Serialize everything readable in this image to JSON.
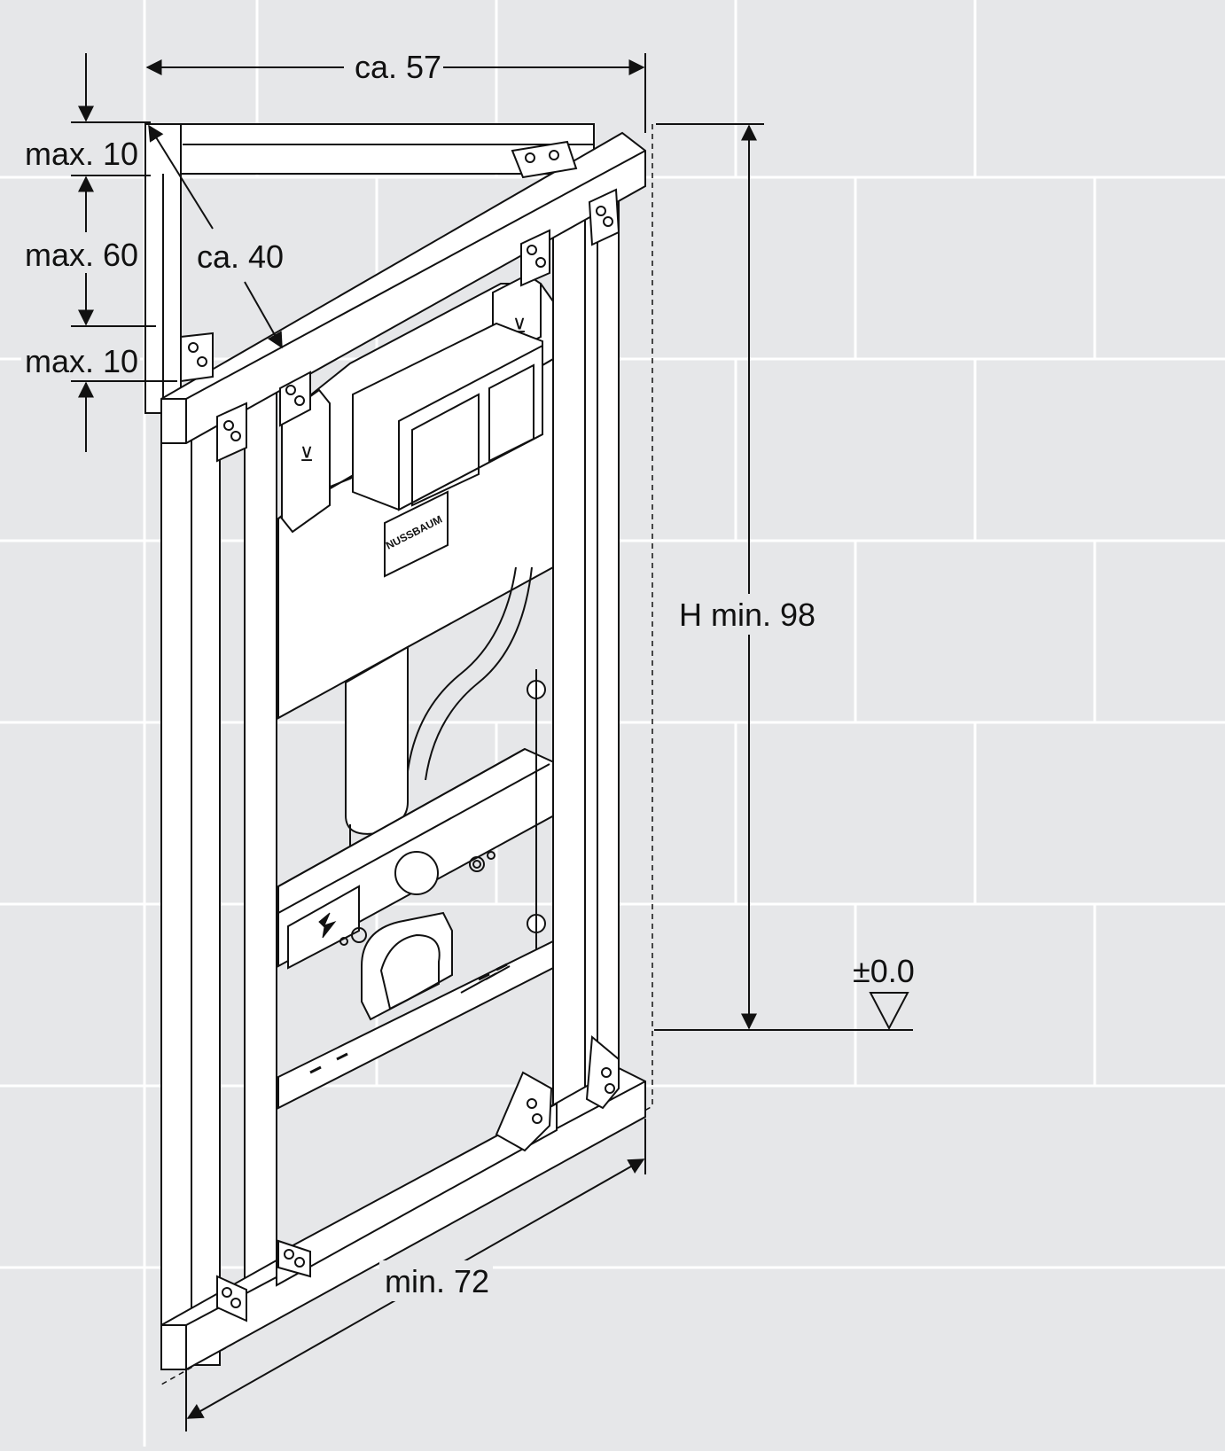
{
  "dimensions": {
    "top_width": "ca. 57",
    "top_offset": "max. 10",
    "mid_offset": "max. 60",
    "bottom_offset": "max. 10",
    "depth": "ca. 40",
    "height": "H min. 98",
    "floor_level": "±0.0",
    "bottom_width": "min. 72"
  },
  "brand": {
    "logo_text": "NUSSBAUM"
  },
  "colors": {
    "background": "#e6e7e9",
    "tile_lines": "#ffffff",
    "ink": "#111111",
    "frame_fill": "#ffffff"
  }
}
